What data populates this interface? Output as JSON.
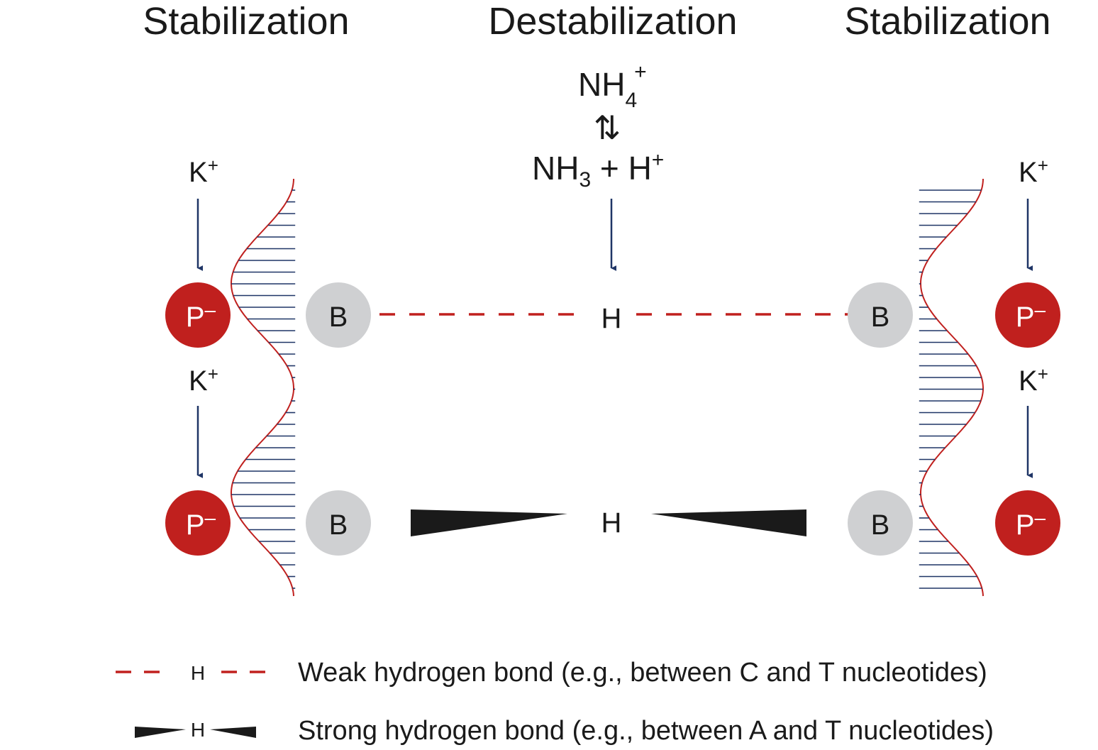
{
  "headings": {
    "left": "Stabilization",
    "center": "Destabilization",
    "right": "Stabilization"
  },
  "equilibrium": {
    "top_formula": "NH",
    "top_sub": "4",
    "top_sup": "+",
    "arrow_symbol": "⇅",
    "bottom_formula": "NH",
    "bottom_sub": "3",
    "bottom_rest": " + H",
    "bottom_sup": "+"
  },
  "ions": {
    "potassium": "K",
    "potassium_sup": "+"
  },
  "nodes": {
    "phosphate": "P",
    "phosphate_sup": "–",
    "base": "B",
    "hydrogen": "H"
  },
  "legend": {
    "hydrogen_symbol": "H",
    "weak": "Weak hydrogen bond (e.g., between C and T nucleotides)",
    "strong": "Strong hydrogen bond (e.g., between  A and T nucleotides)"
  },
  "colors": {
    "phosphate_red": "#c0201e",
    "base_gray": "#cfd0d2",
    "arrow_navy": "#1f3566",
    "dashed_red": "#c0201e",
    "strand_red": "#c0201e",
    "rung_navy": "#1f3566",
    "wedge_black": "#1a1a1a"
  }
}
